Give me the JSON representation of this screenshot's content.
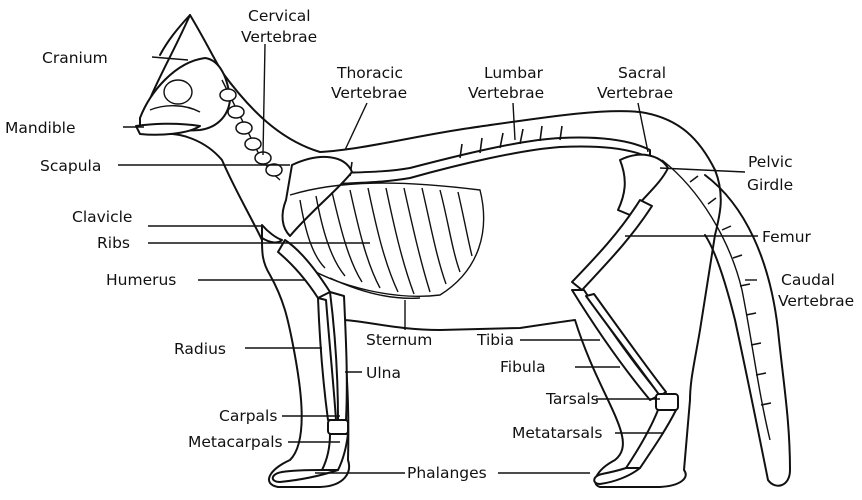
{
  "diagram": {
    "labels": {
      "cranium": "Cranium",
      "cervical_1": "Cervical",
      "cervical_2": "Vertebrae",
      "thoracic_1": "Thoracic",
      "thoracic_2": "Vertebrae",
      "lumbar_1": "Lumbar",
      "lumbar_2": "Vertebrae",
      "sacral_1": "Sacral",
      "sacral_2": "Vertebrae",
      "mandible": "Mandible",
      "scapula": "Scapula",
      "pelvic_1": "Pelvic",
      "pelvic_2": "Girdle",
      "clavicle": "Clavicle",
      "ribs": "Ribs",
      "femur": "Femur",
      "humerus": "Humerus",
      "caudal_1": "Caudal",
      "caudal_2": "Vertebrae",
      "sternum": "Sternum",
      "tibia": "Tibia",
      "radius": "Radius",
      "fibula": "Fibula",
      "ulna": "Ulna",
      "tarsals": "Tarsals",
      "carpals": "Carpals",
      "metatarsals": "Metatarsals",
      "metacarpals": "Metacarpals",
      "phalanges": "Phalanges"
    }
  }
}
